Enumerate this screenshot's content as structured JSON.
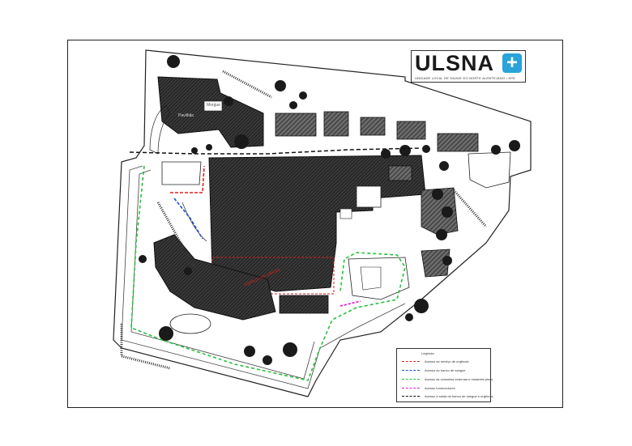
{
  "logo": {
    "brand": "ULSNA",
    "plus_symbol": "+",
    "subtitle": "UNIDADE LOCAL DE SAÚDE DO NORTE ALENTEJANO • EPE",
    "plus_color": "#29a3d9"
  },
  "map": {
    "building_labels": [
      "Morgue",
      "Pavilhão",
      "Espaço de Obras"
    ],
    "works_label": "ESPAÇO DE OBRAS",
    "works_color": "#d42020"
  },
  "legend": {
    "title": "Legenda",
    "items": [
      {
        "label": "Acesso ao serviço de urgência",
        "color": "#e02020"
      },
      {
        "label": "Acesso ao banco de sangue",
        "color": "#1f4fd0"
      },
      {
        "label": "Acesso às consultas externas e restantes pisos",
        "color": "#25c13a"
      },
      {
        "label": "Acesso fornecedores",
        "color": "#e020e0"
      },
      {
        "label": "Acesso à saída do banco de sangue e urgência",
        "color": "#111111"
      }
    ]
  }
}
